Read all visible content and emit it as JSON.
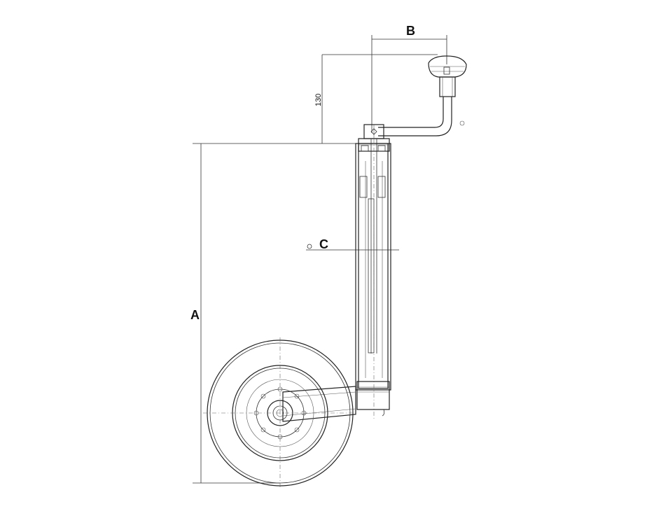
{
  "dimensions": {
    "a_label": "A",
    "b_label": "B",
    "c_label": "C",
    "height_value": "130"
  }
}
